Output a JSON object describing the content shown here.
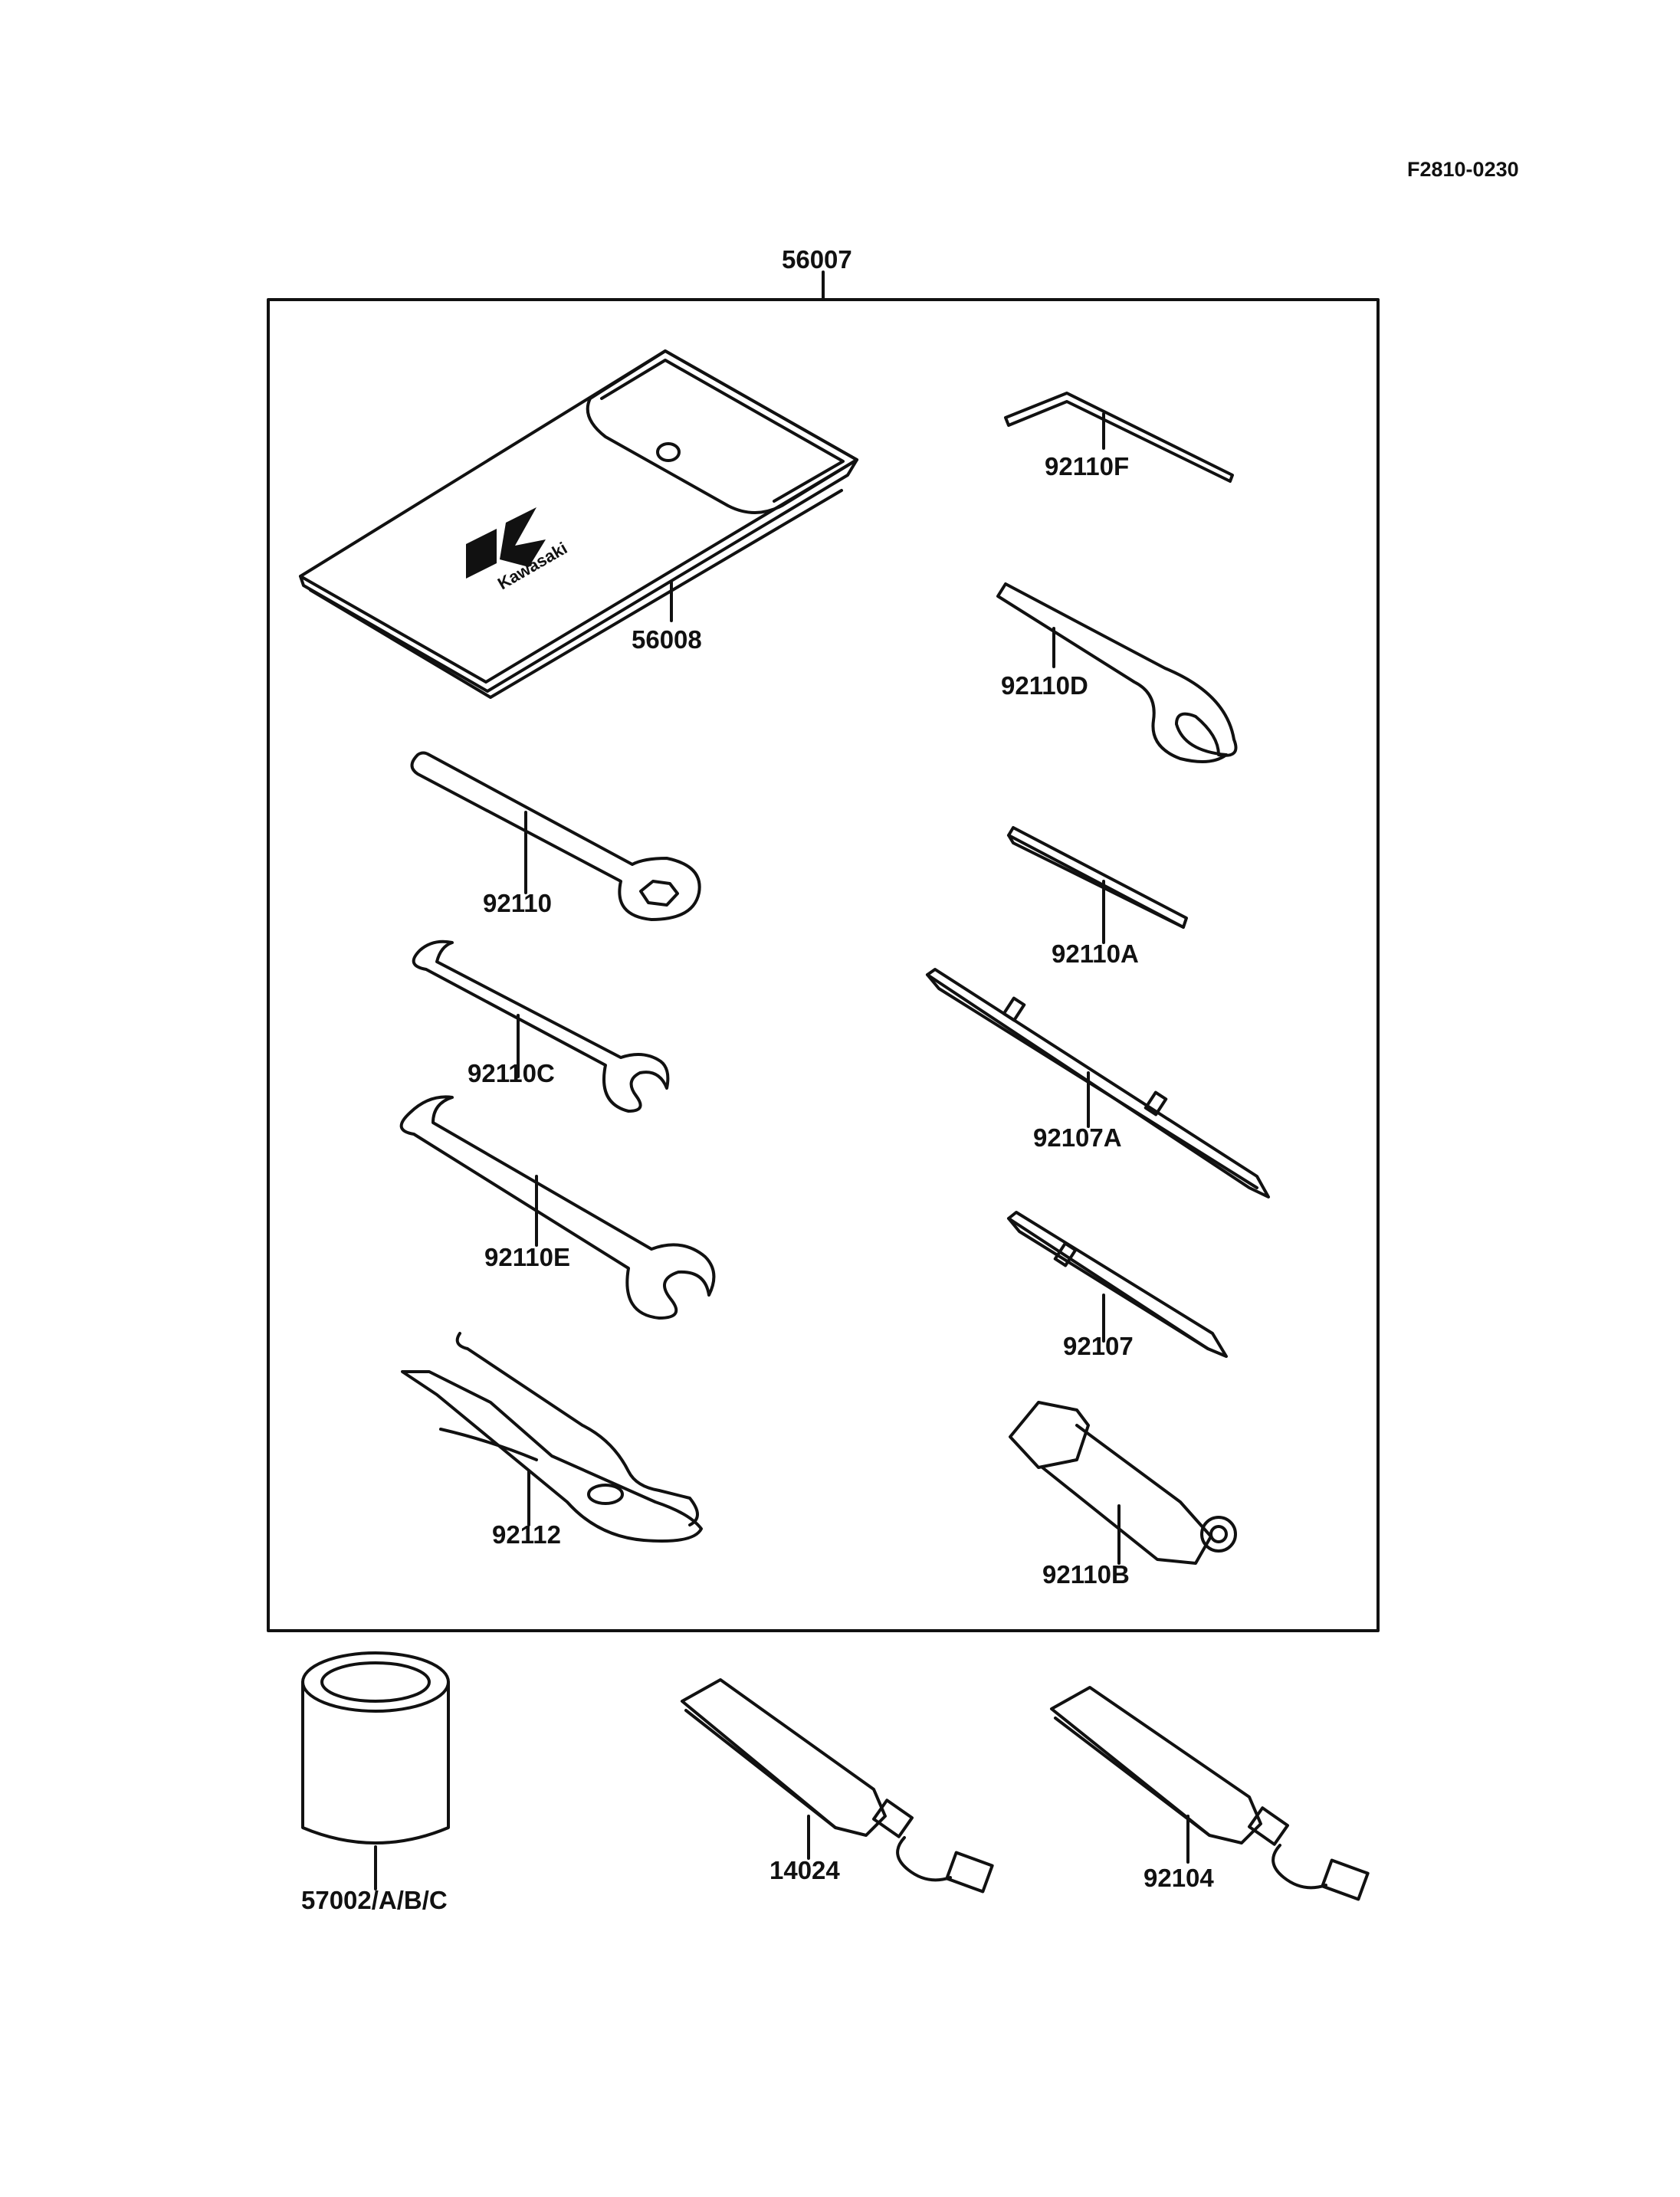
{
  "drawing_ref": "F2810-0230",
  "kit_part": "56007",
  "parts": {
    "bag": "56008",
    "hex_key": "92110F",
    "hook_spanner": "92110D",
    "box_wrench": "92110",
    "flat_wrench": "92110A",
    "wrench_small": "92110C",
    "screwdriver_long": "92107A",
    "wrench_large": "92110E",
    "screwdriver": "92107",
    "pliers": "92112",
    "socket_driver": "92110B",
    "oil_can": "57002/A/B/C",
    "tube_left": "14024",
    "tube_right": "92104"
  },
  "logo": {
    "brand": "Kawasaki"
  },
  "colors": {
    "ink": "#111111",
    "paper": "#ffffff"
  }
}
